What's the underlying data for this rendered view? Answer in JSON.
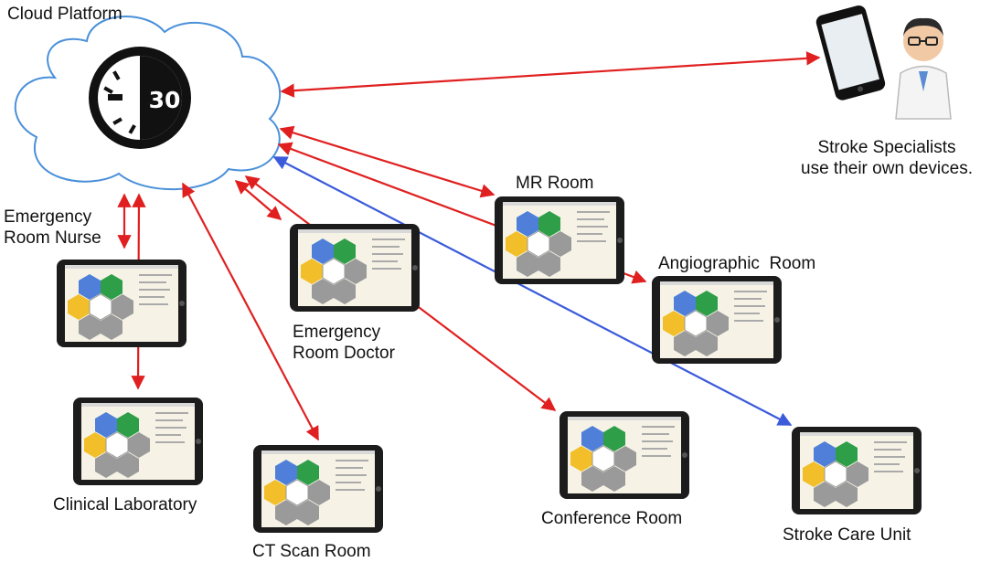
{
  "cloud": {
    "label": "Cloud Platform",
    "timer_value": "30"
  },
  "specialists": {
    "line1": "Stroke Specialists",
    "line2": "use their own devices."
  },
  "nodes": {
    "er_nurse": {
      "line1": "Emergency",
      "line2": "Room Nurse"
    },
    "er_doctor": {
      "line1": "Emergency",
      "line2": "Room Doctor"
    },
    "mr_room": {
      "label": "MR Room"
    },
    "angio_room": {
      "label": "Angiographic  Room"
    },
    "clinical_lab": {
      "label": "Clinical Laboratory"
    },
    "ct_scan": {
      "label": "CT Scan Room"
    },
    "conference": {
      "label": "Conference Room"
    },
    "stroke_care": {
      "label": "Stroke Care Unit"
    }
  },
  "colors": {
    "arrow_red": "#e02020",
    "arrow_blue": "#3b5bdb",
    "cloud_stroke": "#4a90d9",
    "hex_blue": "#4f7fd8",
    "hex_green": "#2e9e48",
    "hex_yellow": "#f2bf2a",
    "hex_gray": "#9a9a9a"
  },
  "icons": [
    "stopwatch-icon",
    "smartphone-icon",
    "doctor-icon",
    "tablet-icon"
  ]
}
